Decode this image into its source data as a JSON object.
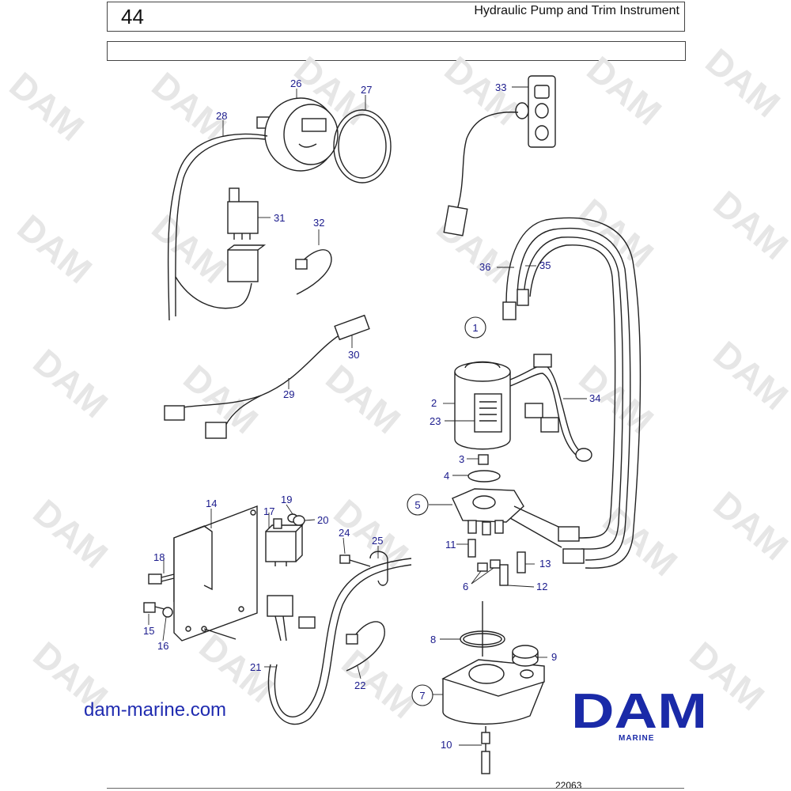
{
  "header": {
    "page_number": "44",
    "title": "Hydraulic Pump and Trim Instrument"
  },
  "watermark_text": "DAM",
  "website": "dam-marine.com",
  "logo": {
    "word": "DAM",
    "sub": "MARINE",
    "color": "#1a2aa8"
  },
  "figure_number": "22063",
  "callouts": {
    "c1": "1",
    "c2": "2",
    "c3": "3",
    "c4": "4",
    "c5": "5",
    "c6": "6",
    "c7": "7",
    "c8": "8",
    "c9": "9",
    "c10": "10",
    "c11": "11",
    "c12": "12",
    "c13": "13",
    "c14": "14",
    "c15": "15",
    "c16": "16",
    "c17": "17",
    "c18": "18",
    "c19": "19",
    "c20": "20",
    "c21": "21",
    "c22": "22",
    "c23": "23",
    "c24": "24",
    "c25": "25",
    "c26": "26",
    "c27": "27",
    "c28": "28",
    "c29": "29",
    "c30": "30",
    "c31": "31",
    "c32": "32",
    "c33": "33",
    "c34": "34",
    "c35": "35",
    "c36": "36"
  },
  "colors": {
    "callout": "#1a1a8c",
    "line": "#222222",
    "watermark": "#e6e6e6"
  }
}
